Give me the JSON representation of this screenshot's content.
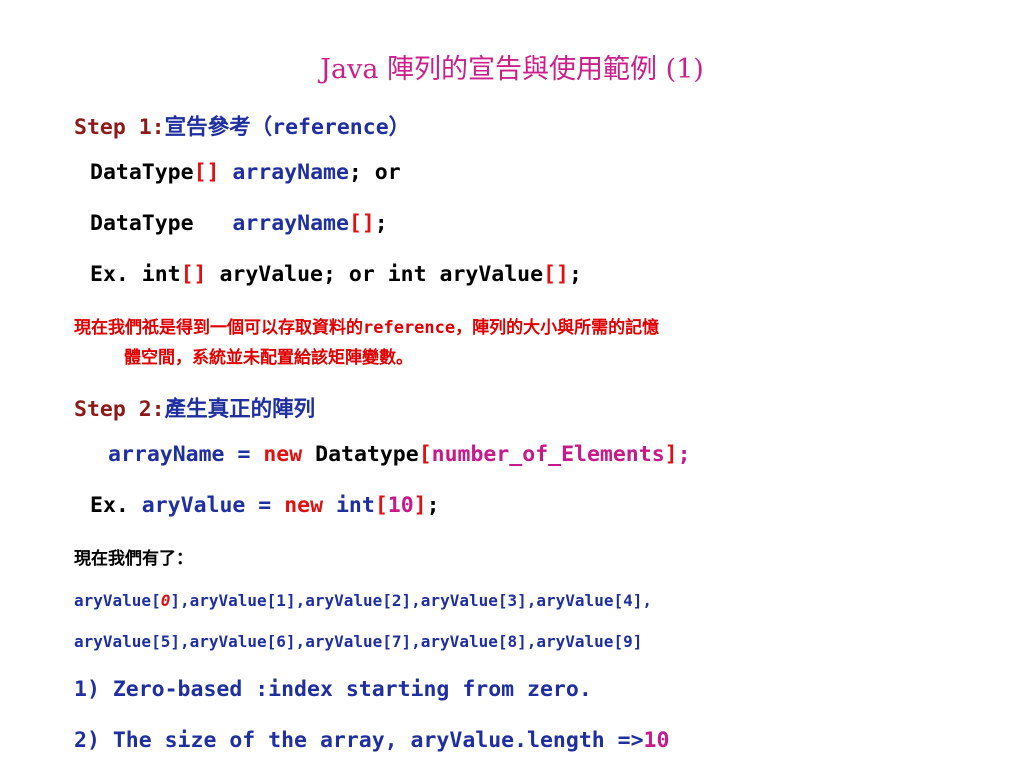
{
  "title": "Java 陣列的宣告與使用範例 (1)",
  "step1": {
    "label": "Step 1",
    "colon": ":",
    "text": "宣告參考（",
    "ref": "reference",
    "close": "）"
  },
  "decl1": {
    "type": "DataType",
    "brackets": "[]",
    "name": "arrayName",
    "rest": "; or"
  },
  "decl2": {
    "type": "DataType",
    "gap": "   ",
    "name": "arrayName",
    "brackets": "[]",
    "semi": ";"
  },
  "example1": {
    "prefix": "Ex. int",
    "b1": "[]",
    "mid": " aryValue; or int aryValue",
    "b2": "[]",
    "semi": ";"
  },
  "note": {
    "line1": "現在我們祇是得到一個可以存取資料的reference，陣列的大小與所需的記憶",
    "line2": "體空間，系統並未配置給該矩陣變數。"
  },
  "step2": {
    "label": "Step 2",
    "colon": ":",
    "text": "產生真正的陣列"
  },
  "alloc": {
    "name": "arrayName",
    "eq": " = ",
    "new_kw": "new",
    "type": " Datatype",
    "open": "[",
    "param": "number_of_Elements",
    "close": "]",
    "semi": ";"
  },
  "example2": {
    "ex": "Ex.",
    "name": " aryValue = ",
    "new_kw": "new",
    "type": " int",
    "open": "[",
    "size": "10",
    "close": "]",
    "semi": ";"
  },
  "now_have": "現在我們有了：",
  "elements": {
    "first_prefix": "aryValue[",
    "first_index": "0",
    "first_rest": "],aryValue[1],aryValue[2],aryValue[3],aryValue[4],",
    "line2": "aryValue[5],aryValue[6],aryValue[7],aryValue[8],aryValue[9]"
  },
  "points": {
    "p1": "1) Zero-based :index starting from zero.",
    "p2_text": "2) The size of the array, aryValue.length =>",
    "p2_value": "10"
  }
}
